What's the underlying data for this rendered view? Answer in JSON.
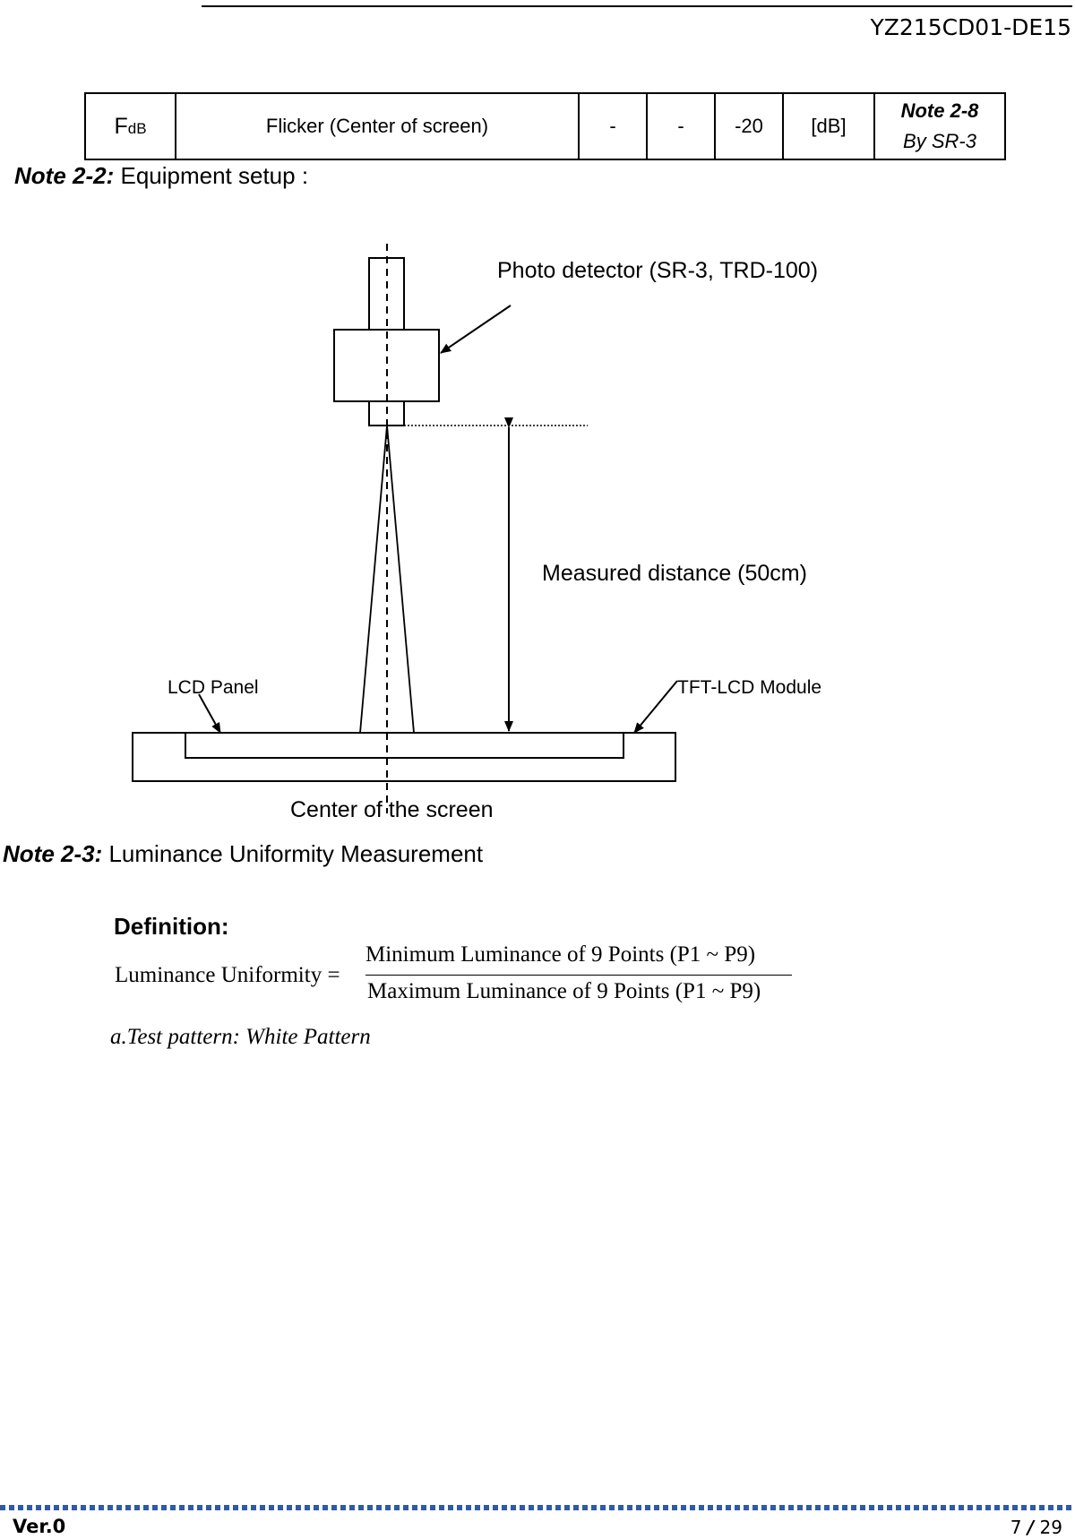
{
  "header": {
    "doc_id": "YZ215CD01-DE15"
  },
  "spec_row": {
    "symbol_main": "F",
    "symbol_sub": "dB",
    "item": "Flicker (Center of screen)",
    "min": "-",
    "typ": "-",
    "max": "-20",
    "unit": "[dB]",
    "note": "Note 2-8",
    "note_by": "By SR-3"
  },
  "note_2_2": {
    "label": "Note 2-2:",
    "text": " Equipment setup :"
  },
  "diagram": {
    "photo_detector_label": "Photo detector (SR-3, TRD-100)",
    "distance_label": "Measured distance (50cm)",
    "lcd_panel_label": "LCD Panel",
    "tft_module_label": "TFT-LCD Module",
    "center_label": "Center of the screen"
  },
  "note_2_3": {
    "label": "Note 2-3:",
    "text": " Luminance Uniformity Measurement"
  },
  "definition": {
    "title": "Definition:",
    "lhs": "Luminance Uniformity =",
    "numerator": "Minimum Luminance of 9  Points (P1 ~ P9)",
    "denominator": "Maximum Luminance of 9 Points (P1 ~ P9)",
    "test_pattern": "a.Test pattern: White Pattern"
  },
  "footer": {
    "version": "Ver.0",
    "page_current": "7",
    "page_separator": "/",
    "page_total": "29"
  }
}
